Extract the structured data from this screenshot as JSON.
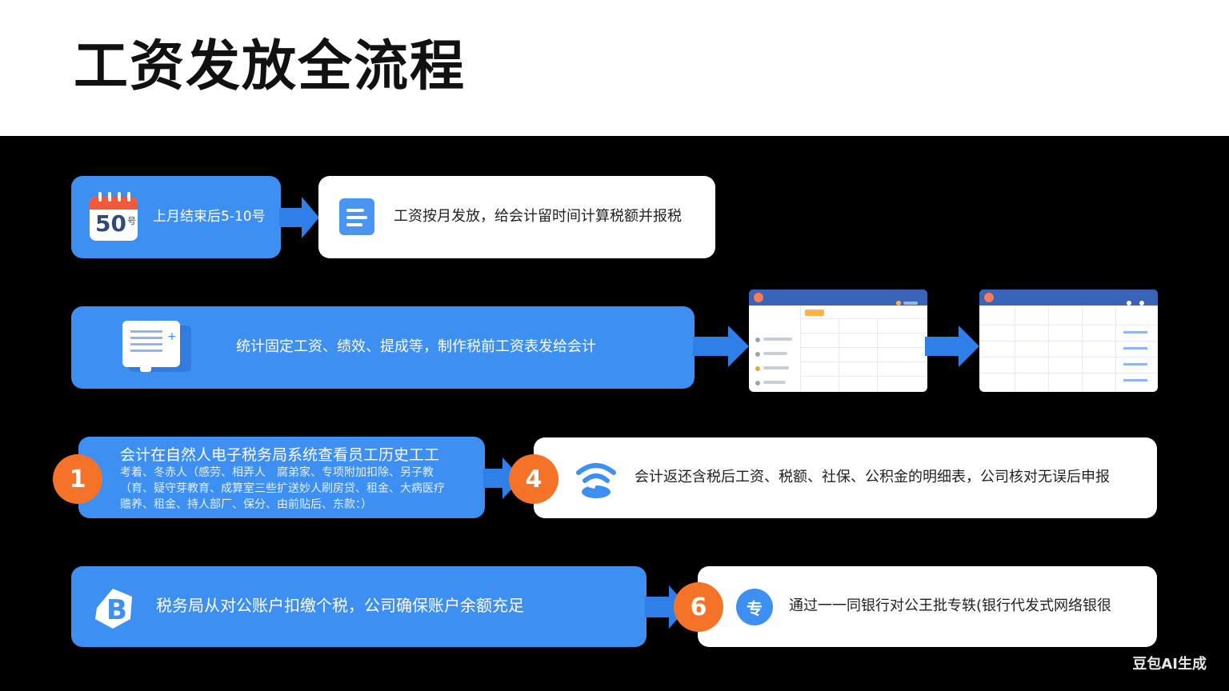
{
  "title": "工资发放全流程",
  "colors": {
    "accent": "#3d8ff2",
    "badge": "#f57328",
    "dark": "#000000"
  },
  "step1": {
    "calendar_number": "50",
    "calendar_note": "号",
    "date_label": "上月结束后5-10号",
    "desc": "工资按月发放，给会计留时间计算税额并报税"
  },
  "step2": {
    "desc": "统计固定工资、绩效、提成等，制作税前工资表发给会计"
  },
  "step3": {
    "badge": "1",
    "line1": "会计在自然人电子税务局系统查看员工历史工工",
    "line2": "考着、冬赤人（感劳、相弄人　腐弟家、专项附加扣除、另子教",
    "line3": "（育、疑守芽教育、成算室三些扩送妙人刷房贷、租金、大病医疗",
    "line4": "赡养、租金、持人部厂、保分、由前贴后、东款：）"
  },
  "step4": {
    "badge": "4",
    "desc": "会计返还含税后工资、税额、社保、公积金的明细表，公司核对无误后申报"
  },
  "step5": {
    "icon_letter": "B",
    "desc": "税务局从对公账户扣缴个税，公司确保账户余额充足"
  },
  "step6": {
    "badge": "6",
    "icon_letter": "专",
    "desc": "通过一一同银行对公王批专轶(银行代发式网络银很"
  },
  "watermark": "豆包AI生成"
}
